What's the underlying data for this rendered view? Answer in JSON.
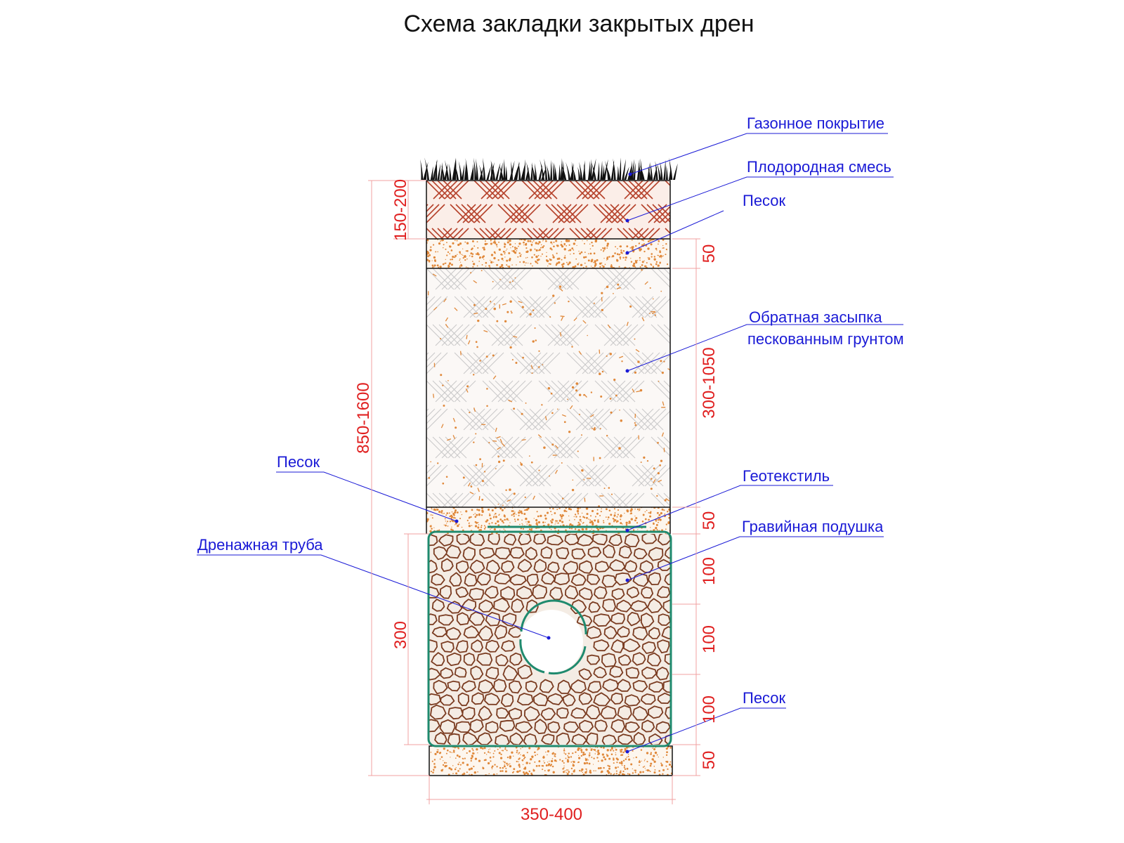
{
  "title": "Схема закладки закрытых дрен",
  "labels": {
    "lawn": "Газонное покрытие",
    "fertile_mix": "Плодородная смесь",
    "sand_top": "Песок",
    "backfill_line1": "Обратная засыпка",
    "backfill_line2": "пескованным грунтом",
    "sand_left": "Песок",
    "geotextile": "Геотекстиль",
    "drain_pipe": "Дренажная труба",
    "gravel": "Гравийная подушка",
    "sand_bottom": "Песок"
  },
  "dimensions": {
    "fertile_depth": "150-200",
    "sand_top_depth": "50",
    "backfill_depth": "300-1050",
    "total_depth": "850-1600",
    "sand_mid_depth": "50",
    "gravel_top": "100",
    "gravel_mid": "100",
    "gravel_bottom": "100",
    "gravel_depth": "300",
    "sand_bottom_depth": "50",
    "trench_width": "350-400"
  },
  "colors": {
    "label": "#1a1ad6",
    "dimension": "#e02020",
    "fertile_hatch": "#b5412a",
    "sand_dots": "#e0883a",
    "backfill_lines": "#c8c8c8",
    "backfill_specks": "#e0883a",
    "gravel_stone": "#7a3b20",
    "gravel_fill": "#f4ece4",
    "geotextile": "#1f8a6e",
    "grass": "#111111"
  }
}
